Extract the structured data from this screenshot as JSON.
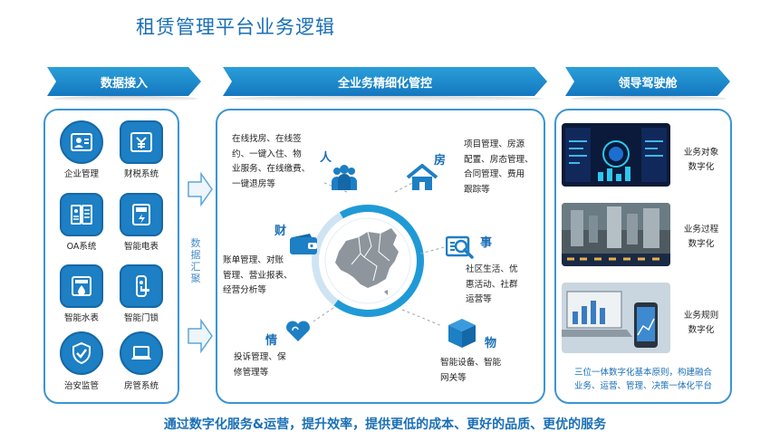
{
  "page_title": "租赁管理平台业务逻辑",
  "ribbons": [
    "数据接入",
    "全业务精细化管控",
    "领导驾驶舱"
  ],
  "left_panel": {
    "items": [
      {
        "label": "企业管理",
        "icon": "id-card-icon"
      },
      {
        "label": "财税系统",
        "icon": "yuan-invoice-icon"
      },
      {
        "label": "OA系统",
        "icon": "document-icon"
      },
      {
        "label": "智能电表",
        "icon": "electric-meter-icon"
      },
      {
        "label": "智能水表",
        "icon": "water-meter-icon"
      },
      {
        "label": "智能门锁",
        "icon": "door-lock-icon"
      },
      {
        "label": "治安监管",
        "icon": "shield-check-icon"
      },
      {
        "label": "房管系统",
        "icon": "laptop-icon"
      }
    ]
  },
  "data_aggregation_label": "数据汇聚",
  "center_panel": {
    "blocks": {
      "ren": {
        "tag": "人",
        "icon": "people-icon",
        "lines": [
          "在线找房、在线签",
          "约、一键入住、物",
          "业服务、在线缴费、",
          "一键退房等"
        ]
      },
      "fang": {
        "tag": "房",
        "icon": "house-icon",
        "lines": [
          "项目管理、房源",
          "配置、房态管理、",
          "合同管理、费用",
          "跟踪等"
        ]
      },
      "cai": {
        "tag": "财",
        "icon": "wallet-icon",
        "lines": [
          "账单管理、对账",
          "管理、营业报表、",
          "经营分析等"
        ]
      },
      "shi": {
        "tag": "事",
        "icon": "magnifier-icon",
        "lines": [
          "社区生活、优",
          "惠活动、社群",
          "运营等"
        ]
      },
      "qing": {
        "tag": "情",
        "icon": "heart-icon",
        "lines": [
          "投诉管理、保",
          "修管理等"
        ]
      },
      "wu": {
        "tag": "物",
        "icon": "box-icon",
        "lines": [
          "智能设备、智能",
          "网关等"
        ]
      }
    },
    "center_graphic": "china-map-icon"
  },
  "right_panel": {
    "items": [
      {
        "lines": [
          "业务对象",
          "数字化"
        ],
        "thumb": "dashboard-screen"
      },
      {
        "lines": [
          "业务过程",
          "数字化"
        ],
        "thumb": "city-aerial-view"
      },
      {
        "lines": [
          "业务规则",
          "数字化"
        ],
        "thumb": "laptop-phone-analytics"
      }
    ],
    "principle": [
      "三位一体数字化基本原则，构建融合",
      "业务、运营、管理、决策一体化平台"
    ]
  },
  "footer": "通过数字化服务&运营，提升效率，提供更低的成本、更好的品质、更优的服务",
  "colors": {
    "primary": "#1d7fc4",
    "accent": "#1a6fb5",
    "border": "#3b95d3",
    "ring": "#1f9ad6"
  }
}
